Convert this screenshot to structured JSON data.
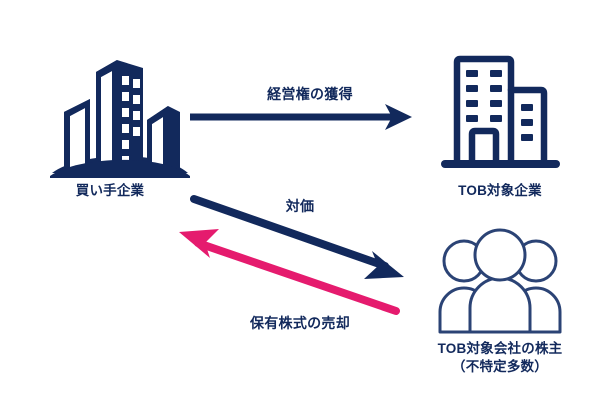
{
  "diagram": {
    "title": "TOB (Takeover Bid) relationship diagram",
    "colors": {
      "navy": "#12295C",
      "pink": "#E51B6E",
      "background": "#FFFFFF"
    },
    "nodes": [
      {
        "id": "buyer",
        "label": "買い手企業",
        "icon": "city-buildings-solid-icon",
        "position": "top-left"
      },
      {
        "id": "tob-target-company",
        "label": "TOB対象企業",
        "icon": "office-building-outline-icon",
        "position": "top-right"
      },
      {
        "id": "tob-shareholders",
        "label_line1": "TOB対象会社の株主",
        "label_line2": "（不特定多数）",
        "icon": "people-group-outline-icon",
        "position": "bottom-right"
      }
    ],
    "arrows": [
      {
        "id": "acquisition",
        "label": "経営権の獲得",
        "color": "#12295C",
        "from": "buyer",
        "to": "tob-target-company",
        "direction": "right"
      },
      {
        "id": "consideration",
        "label": "対価",
        "color": "#12295C",
        "from": "buyer",
        "to": "tob-shareholders",
        "direction": "down-right"
      },
      {
        "id": "share-sale",
        "label": "保有株式の売却",
        "color": "#E51B6E",
        "from": "tob-shareholders",
        "to": "buyer",
        "direction": "up-left"
      }
    ]
  }
}
